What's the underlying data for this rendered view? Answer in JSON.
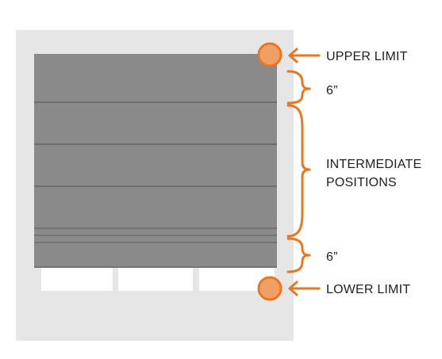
{
  "colors": {
    "accent": "#e87722",
    "accent_fill": "#f0a064",
    "wall": "#e6e6e6",
    "fabric": "#8a8a8a",
    "fold_line": "#6d6d6d",
    "window_glass": "#ffffff",
    "text": "#1f1f1f"
  },
  "labels": {
    "upper_limit": "UPPER LIMIT",
    "gap_top": "6”",
    "intermediate_line1": "INTERMEDIATE",
    "intermediate_line2": "POSITIONS",
    "gap_bottom": "6”",
    "lower_limit": "LOWER LIMIT"
  }
}
